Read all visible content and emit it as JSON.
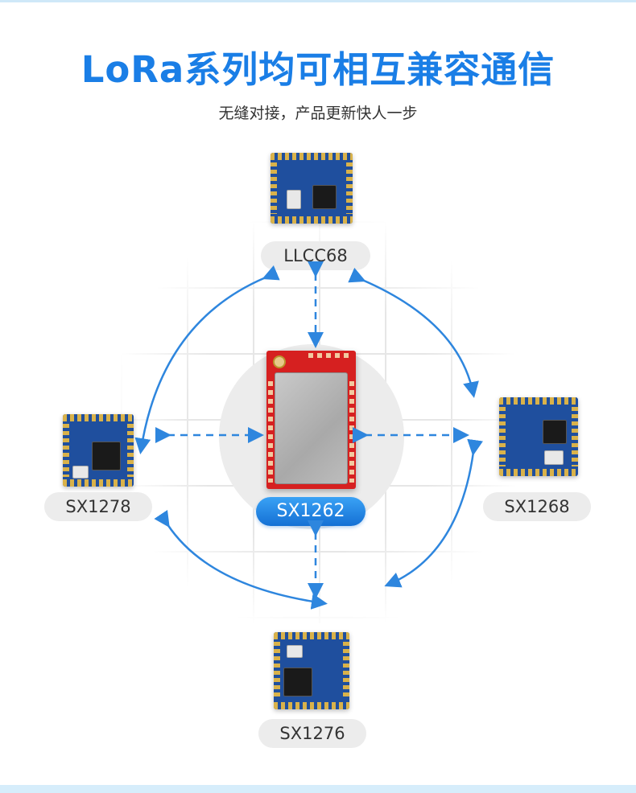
{
  "header": {
    "title": "LoRa系列均可相互兼容通信",
    "subtitle": "无缝对接，产品更新快人一步"
  },
  "modules": {
    "center": "SX1262",
    "top": "LLCC68",
    "left": "SX1278",
    "right": "SX1268",
    "bottom": "SX1276"
  },
  "colors": {
    "accent": "#1a7ee6",
    "arrow": "#2e86de",
    "label_bg": "#ececec",
    "center_module": "#d62020"
  }
}
